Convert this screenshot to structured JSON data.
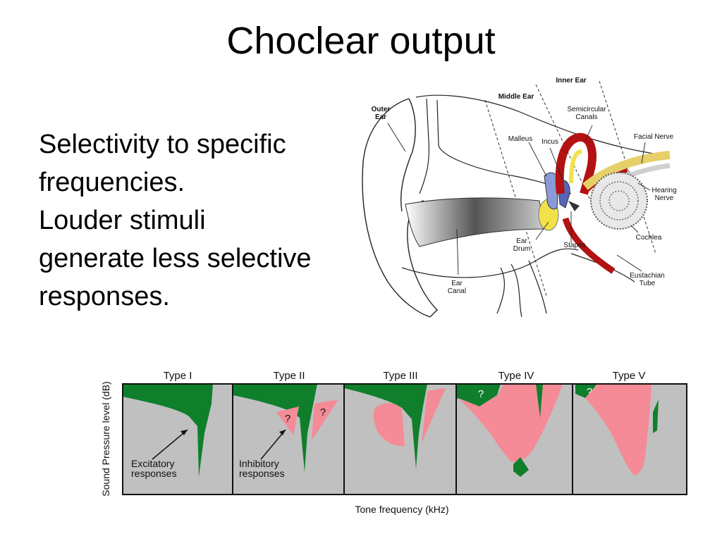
{
  "slide": {
    "title": "Choclear output",
    "bullets": [
      "Selectivity to specific",
      "frequencies.",
      "Louder stimuli",
      "generate less selective",
      "responses."
    ]
  },
  "ear_diagram": {
    "labels": {
      "outer_ear": [
        "Outer",
        "Ear"
      ],
      "middle_ear": "Middle Ear",
      "inner_ear": "Inner Ear",
      "semicircular_canals": [
        "Semicircular",
        "Canals"
      ],
      "facial_nerve": "Facial Nerve",
      "malleus": "Malleus",
      "incus": "Incus",
      "hearing_nerve": [
        "Hearing",
        "Nerve"
      ],
      "cochlea": "Cochlea",
      "ear_drum": [
        "Ear",
        "Drum"
      ],
      "stapes": "Stapes",
      "eustachian_tube": [
        "Eustachian",
        "Tube"
      ],
      "ear_canal": [
        "Ear",
        "Canal"
      ]
    }
  },
  "tuning_curves": {
    "panels": [
      "Type I",
      "Type II",
      "Type III",
      "Type IV",
      "Type V"
    ],
    "y_label": "Sound Pressure level (dB)",
    "x_label": "Tone frequency (kHz)",
    "excitatory_label": [
      "Excitatory",
      "responses"
    ],
    "inhibitory_label": [
      "Inhibitory",
      "responses"
    ],
    "question_mark": "?",
    "colors": {
      "background": "#c0c0c0",
      "excitatory": "#0f7f2c",
      "inhibitory": "#f48b97",
      "border": "#111111"
    }
  }
}
